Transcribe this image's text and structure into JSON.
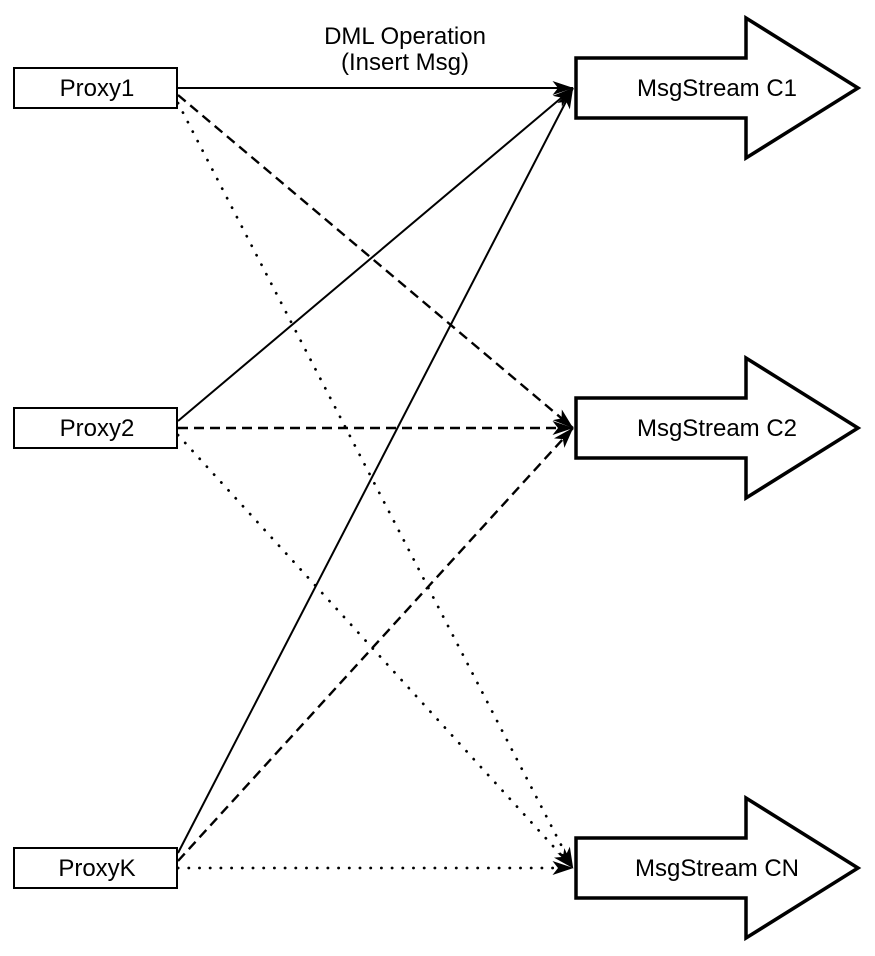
{
  "diagram": {
    "background_color": "#ffffff",
    "stroke_color": "#000000",
    "edge_label": {
      "line1": "DML Operation",
      "line2": "(Insert Msg)"
    },
    "proxies": [
      {
        "id": "proxy1",
        "label": "Proxy1"
      },
      {
        "id": "proxy2",
        "label": "Proxy2"
      },
      {
        "id": "proxyk",
        "label": "ProxyK"
      }
    ],
    "streams": [
      {
        "id": "c1",
        "label": "MsgStream C1"
      },
      {
        "id": "c2",
        "label": "MsgStream C2"
      },
      {
        "id": "cn",
        "label": "MsgStream CN"
      }
    ],
    "edges": [
      {
        "from_id": "proxy1",
        "to_id": "c1",
        "style": "solid"
      },
      {
        "from_id": "proxy1",
        "to_id": "c2",
        "style": "dashed"
      },
      {
        "from_id": "proxy1",
        "to_id": "cn",
        "style": "dotted"
      },
      {
        "from_id": "proxy2",
        "to_id": "c1",
        "style": "solid"
      },
      {
        "from_id": "proxy2",
        "to_id": "c2",
        "style": "dashed"
      },
      {
        "from_id": "proxy2",
        "to_id": "cn",
        "style": "dotted"
      },
      {
        "from_id": "proxyk",
        "to_id": "c1",
        "style": "solid"
      },
      {
        "from_id": "proxyk",
        "to_id": "c2",
        "style": "dashed"
      },
      {
        "from_id": "proxyk",
        "to_id": "cn",
        "style": "dotted"
      }
    ]
  }
}
